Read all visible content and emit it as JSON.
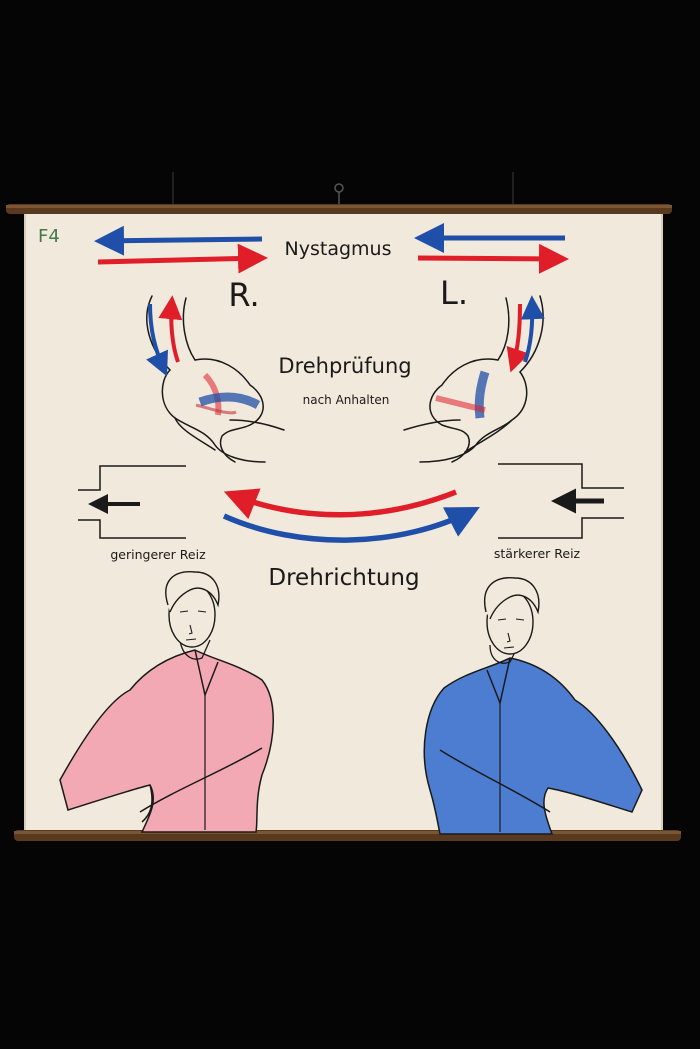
{
  "chart_code": "F4",
  "title": "Nystagmus",
  "side_right": "R.",
  "side_left": "L.",
  "test_name": "Drehprüfung",
  "test_subtitle": "nach Anhalten",
  "weak_stimulus": "geringerer Reiz",
  "strong_stimulus": "stärkerer Reiz",
  "rotation_label": "Drehrichtung",
  "colors": {
    "paper": "#f1e9dc",
    "red": "#e01e2a",
    "blue": "#1f4fa8",
    "shirt_pink": "#f3a9b3",
    "shirt_blue": "#4d7dd0",
    "wood": "#5a3a1f",
    "ink": "#1a1a1a",
    "code_green": "#3f7a4c"
  },
  "icons": [
    "hanging-hook-icon",
    "arrow-left-icon",
    "arrow-right-icon",
    "inner-ear-icon",
    "head-figure-icon"
  ]
}
